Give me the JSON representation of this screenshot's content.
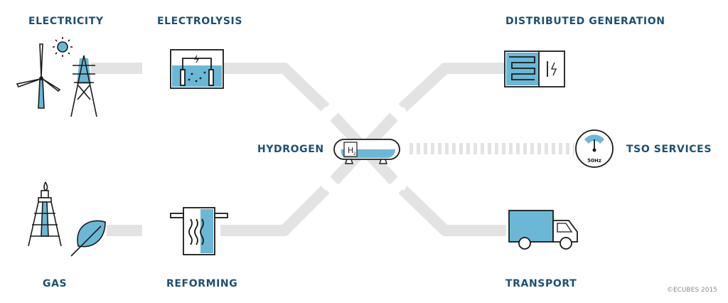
{
  "labels": {
    "electricity": "ELECTRICITY",
    "electrolysis": "ELECTROLYSIS",
    "distributed_generation": "DISTRIBUTED GENERATION",
    "hydrogen": "HYDROGEN",
    "tso_services": "TSO SERVICES",
    "gas": "GAS",
    "reforming": "REFORMING",
    "transport": "TRANSPORT"
  },
  "gauge_text": "50Hz",
  "tank_text": "H",
  "tank_subscript": "2",
  "copyright": "©ECUBES 2015",
  "colors": {
    "accent_blue": "#6bb8d6",
    "label_blue": "#1d4f73",
    "outline": "#1a1a1a",
    "flow_grey": "#e3e3e3"
  },
  "icons": [
    "wind-turbine-icon",
    "sun-icon",
    "power-pylon-icon",
    "electrolysis-cell-icon",
    "gas-derrick-icon",
    "leaf-icon",
    "reformer-icon",
    "hydrogen-tank-icon",
    "heat-exchanger-icon",
    "frequency-gauge-icon",
    "truck-icon"
  ]
}
